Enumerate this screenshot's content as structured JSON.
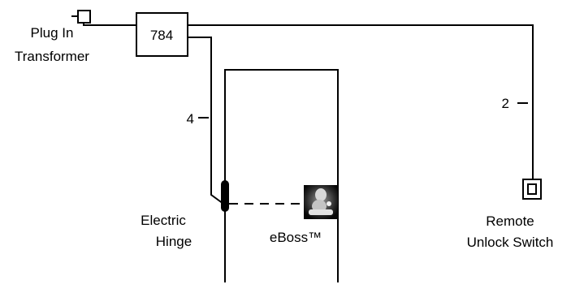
{
  "transformer": {
    "label_line1": "Plug In",
    "label_line2": "Transformer"
  },
  "power_supply": {
    "label": "784"
  },
  "wires": {
    "hinge_conductors": "4",
    "switch_conductors": "2"
  },
  "hinge": {
    "label_line1": "Electric",
    "label_line2": "Hinge"
  },
  "lock": {
    "label": "eBoss™",
    "icon": "eboss-lock-icon"
  },
  "switch": {
    "label_line1": "Remote",
    "label_line2": "Unlock Switch"
  },
  "colors": {
    "line": "#000000",
    "background": "#ffffff"
  }
}
